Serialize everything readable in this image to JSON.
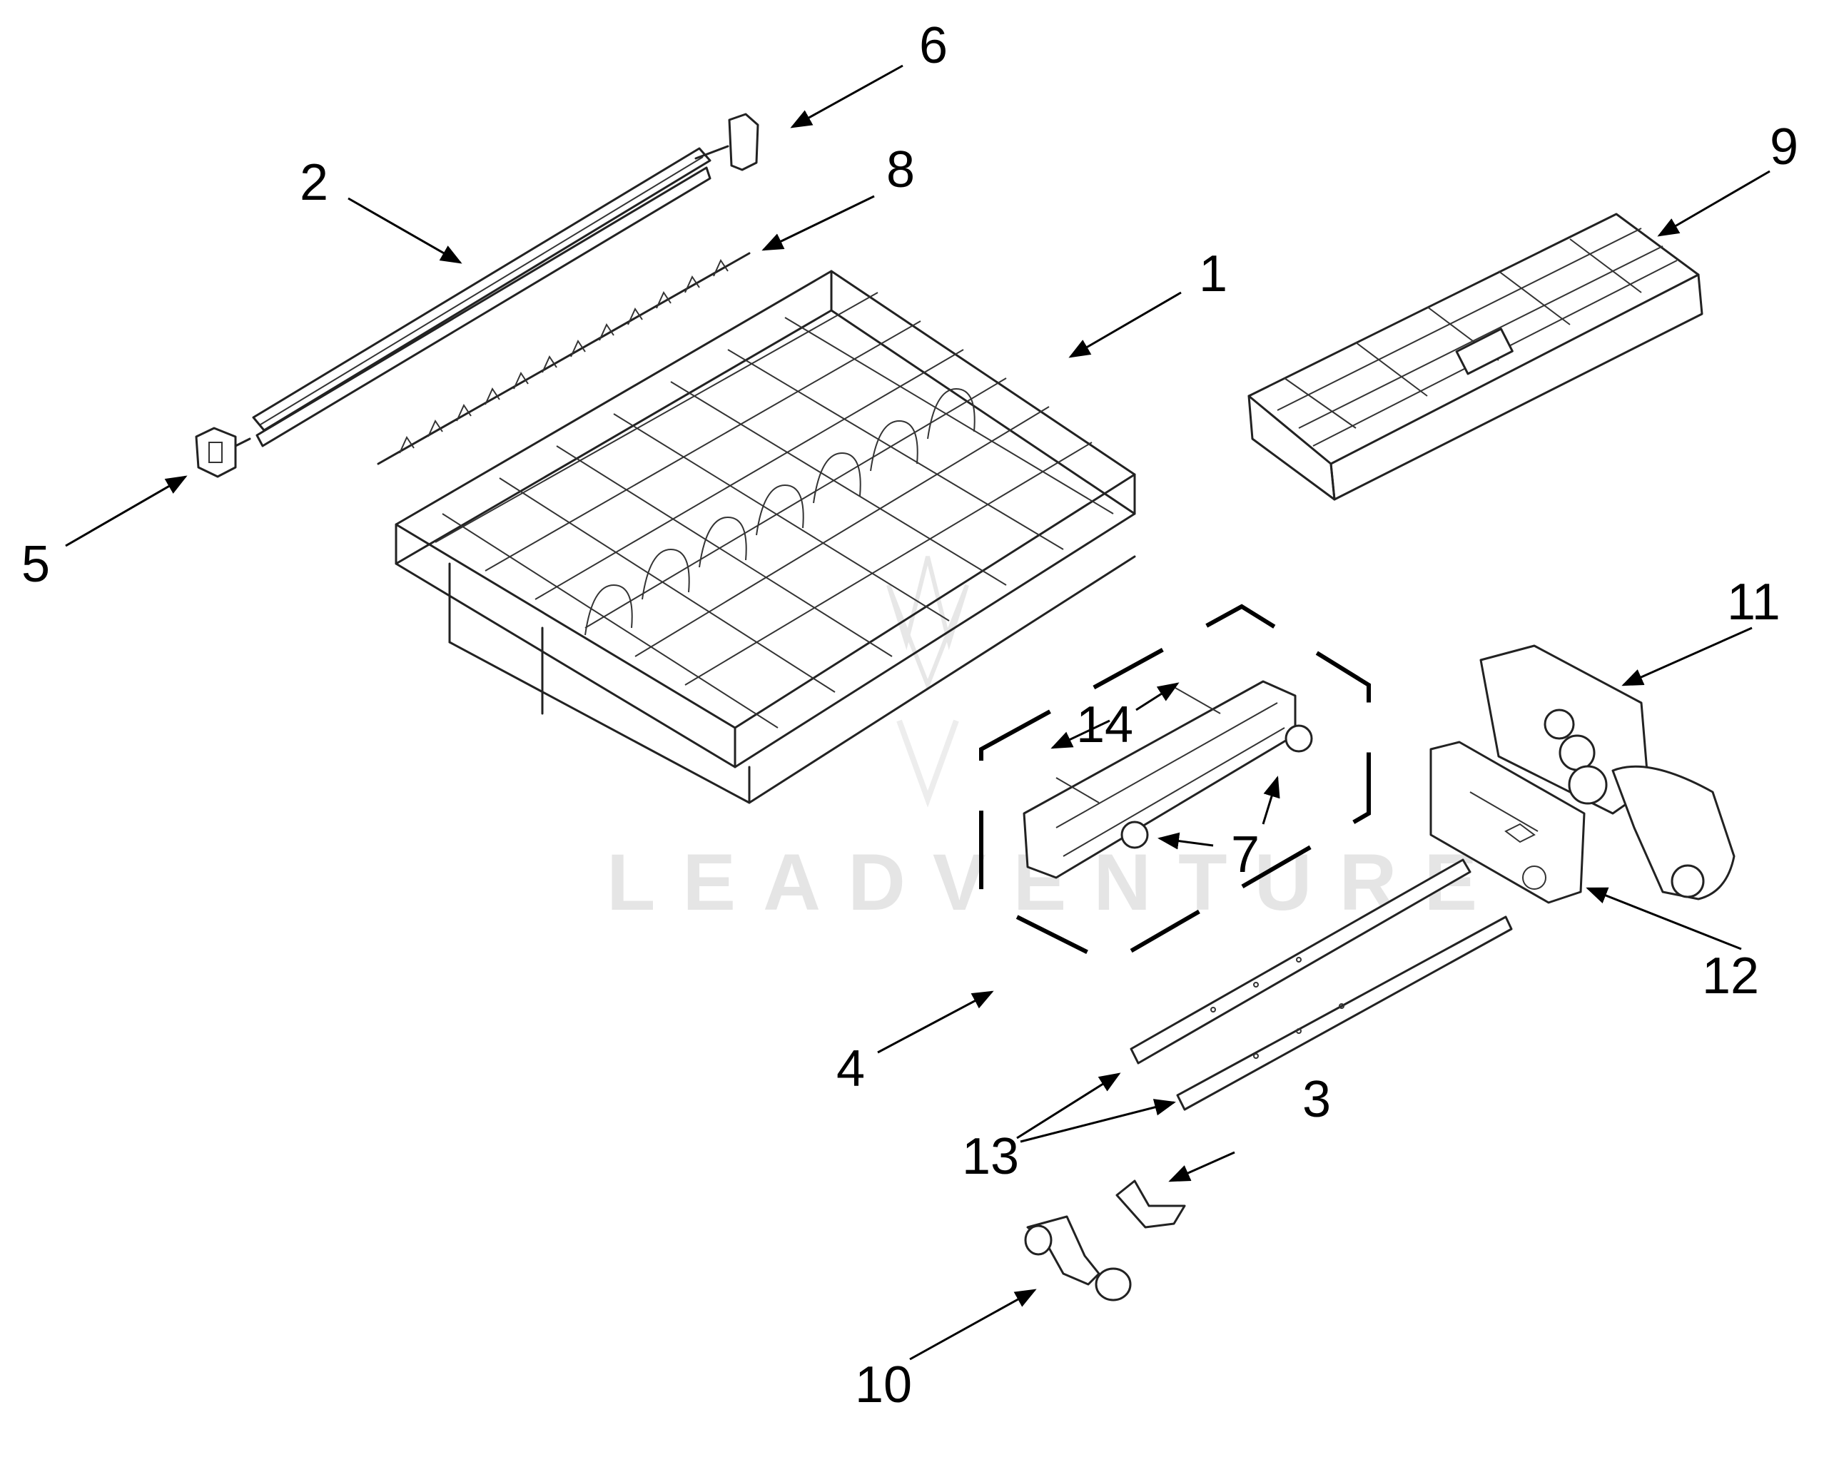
{
  "diagram": {
    "watermark": "LEADVENTURE",
    "callouts": [
      {
        "id": "1",
        "label": "1"
      },
      {
        "id": "2",
        "label": "2"
      },
      {
        "id": "3",
        "label": "3"
      },
      {
        "id": "4",
        "label": "4"
      },
      {
        "id": "5",
        "label": "5"
      },
      {
        "id": "6",
        "label": "6"
      },
      {
        "id": "7",
        "label": "7"
      },
      {
        "id": "8",
        "label": "8"
      },
      {
        "id": "9",
        "label": "9"
      },
      {
        "id": "10",
        "label": "10"
      },
      {
        "id": "11",
        "label": "11"
      },
      {
        "id": "12",
        "label": "12"
      },
      {
        "id": "13",
        "label": "13"
      },
      {
        "id": "14",
        "label": "14"
      }
    ]
  }
}
